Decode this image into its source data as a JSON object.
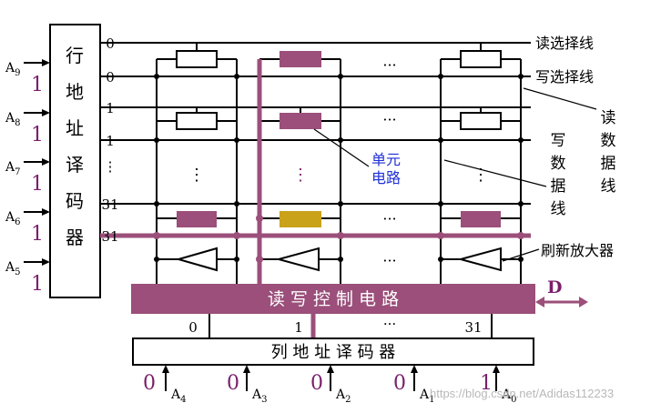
{
  "row_decoder": {
    "label_chars": [
      "行",
      "地",
      "址",
      "译",
      "码",
      "器"
    ],
    "inputs": [
      {
        "addr": "A",
        "sub": "9",
        "bit": "1"
      },
      {
        "addr": "A",
        "sub": "8",
        "bit": "1"
      },
      {
        "addr": "A",
        "sub": "7",
        "bit": "1"
      },
      {
        "addr": "A",
        "sub": "6",
        "bit": "1"
      },
      {
        "addr": "A",
        "sub": "5",
        "bit": "1"
      }
    ],
    "row_numbers": [
      "0",
      "0",
      "1",
      "1",
      "⋮",
      "31",
      "31"
    ]
  },
  "row_labels": {
    "read_select": "读选择线",
    "write_select": "写选择线"
  },
  "vertical_labels": {
    "read_data_chars": [
      "读",
      "数",
      "据",
      "线"
    ],
    "write_data_chars": [
      "写",
      "数",
      "据",
      "线"
    ]
  },
  "cell_label": [
    "单元",
    "电路"
  ],
  "refresh_amp_label": "刷新放大器",
  "rw_control_label": "读 写 控 制 电 路",
  "data_io_label": "D",
  "column_decoder": {
    "label": "列 地 址 译 码 器",
    "outputs": [
      "0",
      "1",
      "···",
      "31"
    ],
    "inputs": [
      {
        "bit": "0",
        "addr": "A",
        "sub": "4"
      },
      {
        "bit": "0",
        "addr": "A",
        "sub": "3"
      },
      {
        "bit": "0",
        "addr": "A",
        "sub": "2"
      },
      {
        "bit": "0",
        "addr": "A",
        "sub": "1"
      },
      {
        "bit": "1",
        "addr": "A",
        "sub": "0"
      }
    ]
  },
  "ellipsis_h": "···",
  "ellipsis_v": "⋮",
  "watermark": "https://blog.csdn.net/Adidas112233",
  "colors": {
    "accent_purple": "#9b4f7a",
    "selected_cell": "#c9a21a",
    "label_blue": "#1f2fd6",
    "bit_purple": "#7a1f6b",
    "line": "#000000"
  }
}
